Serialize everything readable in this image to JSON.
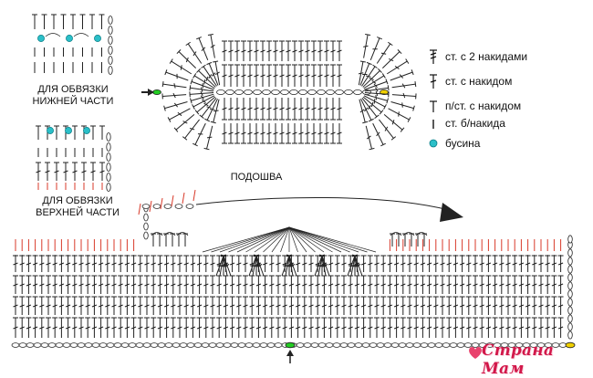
{
  "labels": {
    "lower_trim": "ДЛЯ ОБВЯЗКИ НИЖНЕЙ ЧАСТИ",
    "upper_trim": "ДЛЯ ОБВЯЗКИ ВЕРХНЕЙ ЧАСТИ",
    "sole": "ПОДОШВА"
  },
  "legend": [
    {
      "symbol": "dc2-icon",
      "text": "ст. с 2 накидами"
    },
    {
      "symbol": "dc-icon",
      "text": "ст. с накидом"
    },
    {
      "symbol": "hdc-icon",
      "text": "п/ст. с накидом"
    },
    {
      "symbol": "sc-icon",
      "text": "ст. б/накида"
    },
    {
      "symbol": "bead-icon",
      "text": "бусина"
    }
  ],
  "watermark": "Страна Мам",
  "colors": {
    "bead": "#2bbfc8",
    "start_green": "#22cc22",
    "end_yellow": "#f0d000",
    "red_stitch": "#d83a2a",
    "line": "#222222",
    "watermark": "#d2184a"
  }
}
